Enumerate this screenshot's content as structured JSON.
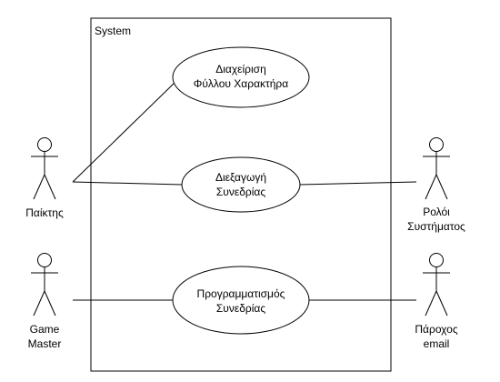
{
  "system": {
    "label": "System"
  },
  "use_cases": [
    {
      "id": "uc1",
      "lines": [
        "Διαχείριση",
        "Φύλλου Χαρακτήρα"
      ]
    },
    {
      "id": "uc2",
      "lines": [
        "Διεξαγωγή",
        "Συνεδρίας"
      ]
    },
    {
      "id": "uc3",
      "lines": [
        "Προγραμματισμός",
        "Συνεδρίας"
      ]
    }
  ],
  "actors": [
    {
      "id": "player",
      "lines": [
        "Παίκτης"
      ]
    },
    {
      "id": "clock",
      "lines": [
        "Ρολόι",
        "Συστήματος"
      ]
    },
    {
      "id": "game-master",
      "lines": [
        "Game",
        "Master"
      ]
    },
    {
      "id": "email-provider",
      "lines": [
        "Πάροχος",
        "email"
      ]
    }
  ],
  "colors": {
    "stroke": "#000000",
    "fill": "#ffffff",
    "text": "#000000"
  }
}
